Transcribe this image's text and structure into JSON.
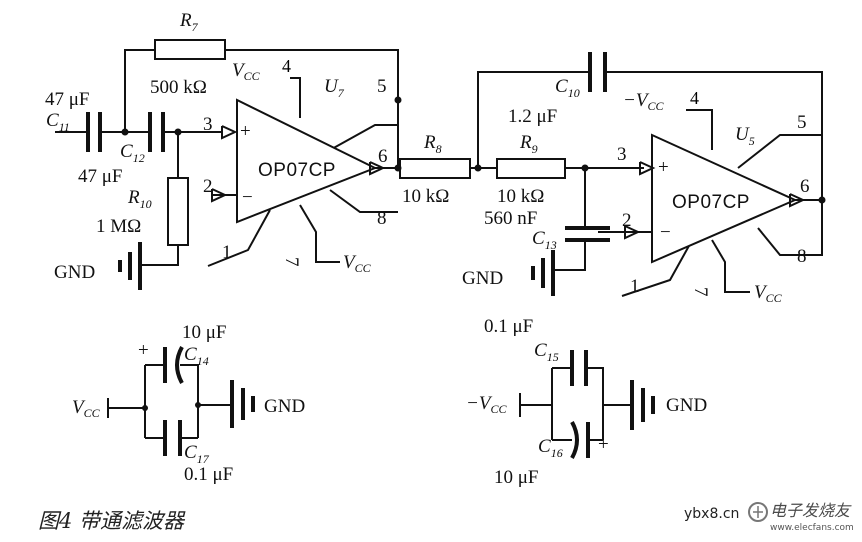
{
  "caption": "图4  带通滤波器",
  "watermark": {
    "site": "ybx8.cn",
    "brand": "电子发烧友",
    "url": "www.elecfans.com"
  },
  "ground_label": "GND",
  "supply": {
    "vcc": "V",
    "vcc_sub": "CC",
    "neg_vcc": "−V",
    "neg_vcc_sub": "CC"
  },
  "opamp_part": "OP07CP",
  "u7": {
    "ref": "U",
    "ref_sub": "7",
    "pin1": "1",
    "pin2": "2",
    "pin3": "3",
    "pin4": "4",
    "pin5": "5",
    "pin6": "6",
    "pin7": "7",
    "pin8": "8"
  },
  "u5": {
    "ref": "U",
    "ref_sub": "5",
    "pin1": "1",
    "pin2": "2",
    "pin3": "3",
    "pin4": "4",
    "pin5": "5",
    "pin6": "6",
    "pin7": "7",
    "pin8": "8"
  },
  "components": {
    "R7": {
      "ref": "R",
      "sub": "7",
      "value": "500 kΩ"
    },
    "C11": {
      "ref": "C",
      "sub": "11",
      "value": "47 μF"
    },
    "C12": {
      "ref": "C",
      "sub": "12",
      "value": "47 μF"
    },
    "R10": {
      "ref": "R",
      "sub": "10",
      "value": "1 MΩ"
    },
    "R8": {
      "ref": "R",
      "sub": "8",
      "value": "10 kΩ"
    },
    "R9": {
      "ref": "R",
      "sub": "9",
      "value": "10 kΩ"
    },
    "C10": {
      "ref": "C",
      "sub": "10",
      "value": "1.2 μF"
    },
    "C13": {
      "ref": "C",
      "sub": "13",
      "value": "560 nF"
    },
    "C14": {
      "ref": "C",
      "sub": "14",
      "value": "10 μF"
    },
    "C17": {
      "ref": "C",
      "sub": "17",
      "value": "0.1 μF"
    },
    "C15": {
      "ref": "C",
      "sub": "15",
      "value": "0.1 μF"
    },
    "C16": {
      "ref": "C",
      "sub": "16",
      "value": "10 μF"
    }
  },
  "polarity_plus": "+"
}
